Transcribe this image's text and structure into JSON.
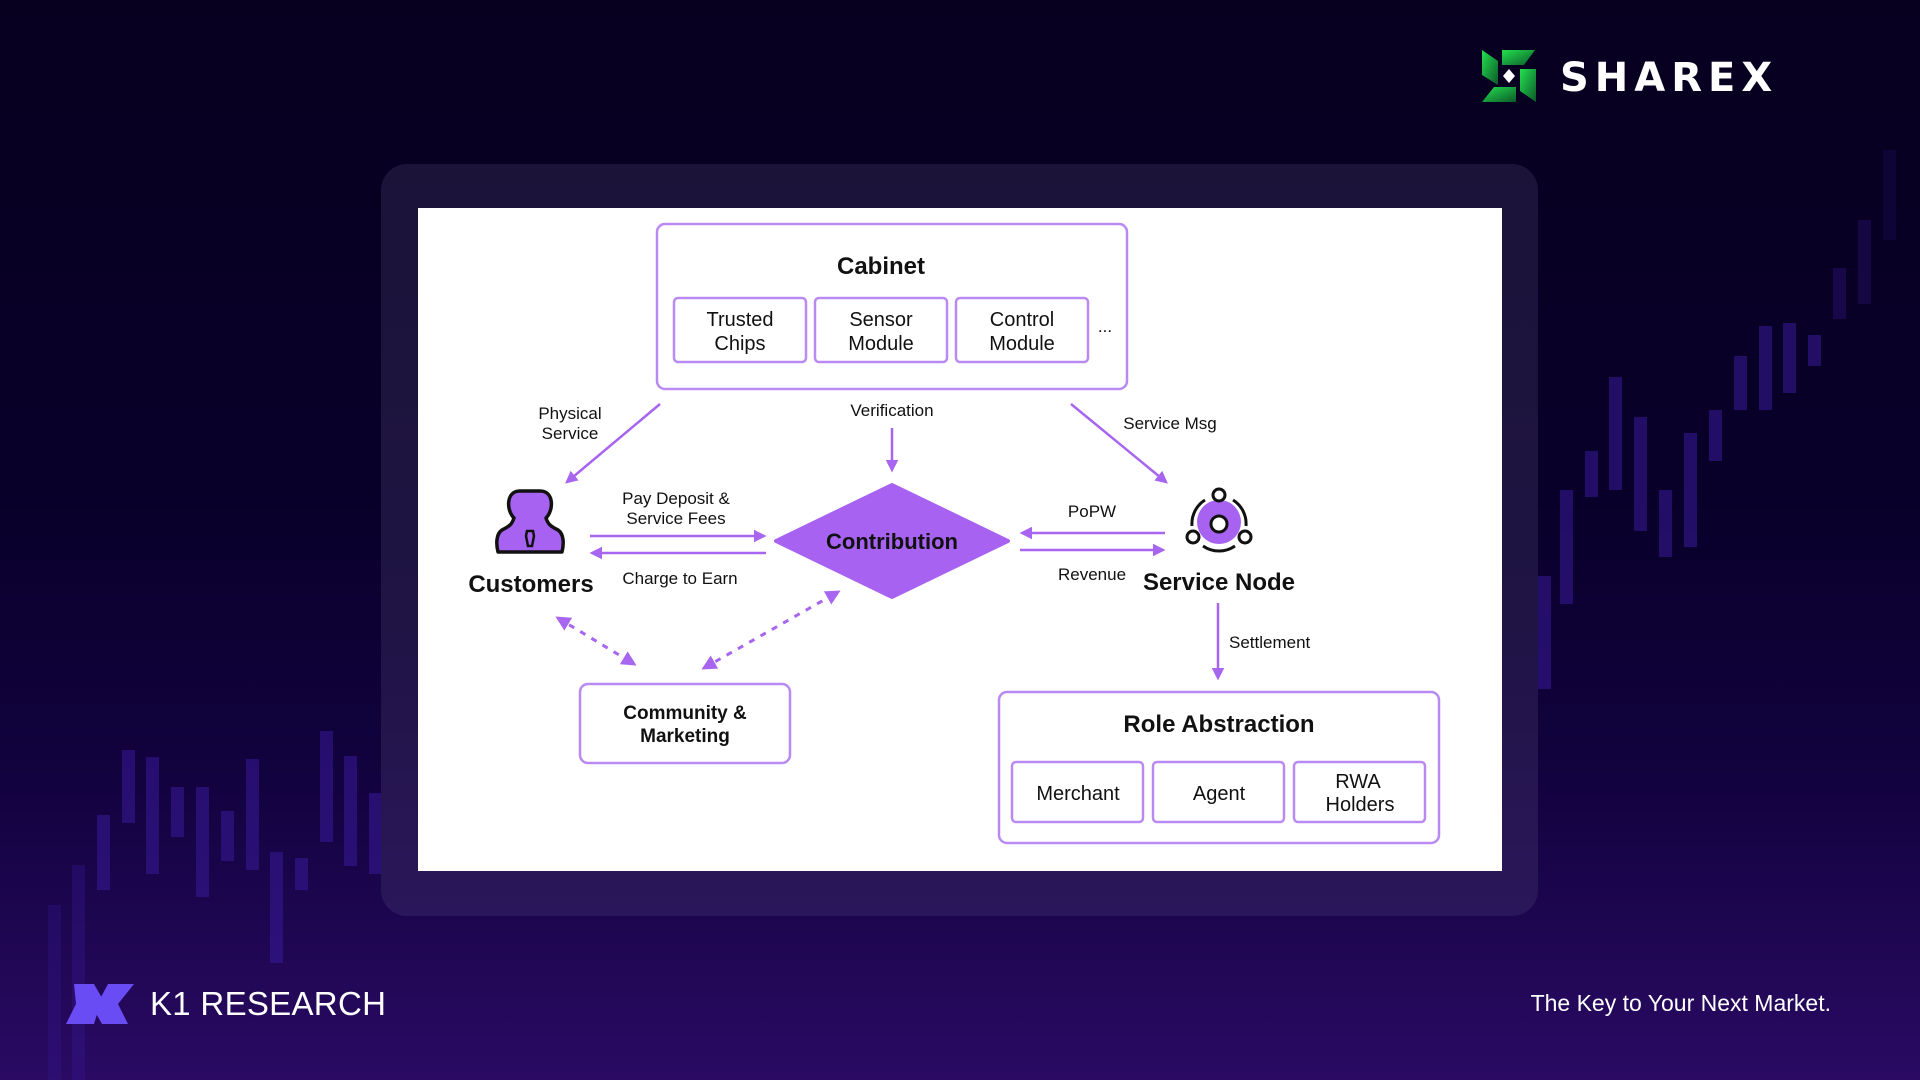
{
  "brand": {
    "top_right_logo": "SHAREX",
    "bottom_left_logo": "K1 RESEARCH",
    "tagline": "The Key to Your Next Market."
  },
  "colors": {
    "accent_purple": "#a765f0",
    "box_border": "#b98af2",
    "diamond_fill": "#a862f1",
    "sharex_green": "#1fd14a",
    "k1_purple": "#6a4cf5",
    "background_top": "#07001f",
    "background_bottom": "#2a0a63"
  },
  "diagram": {
    "cabinet": {
      "title": "Cabinet",
      "items": [
        {
          "line1": "Trusted",
          "line2": "Chips"
        },
        {
          "line1": "Sensor",
          "line2": "Module"
        },
        {
          "line1": "Control",
          "line2": "Module"
        }
      ],
      "more": "..."
    },
    "edges": {
      "physical_service": {
        "line1": "Physical",
        "line2": "Service"
      },
      "verification": "Verification",
      "service_msg": "Service Msg",
      "pay_deposit": {
        "line1": "Pay Deposit &",
        "line2": "Service Fees"
      },
      "charge_to_earn": "Charge to Earn",
      "popw": "PoPW",
      "revenue": "Revenue",
      "settlement": "Settlement"
    },
    "contribution": "Contribution",
    "customers": {
      "label": "Customers",
      "icon": "person-icon"
    },
    "service_node": {
      "label": "Service Node",
      "icon": "network-node-icon"
    },
    "community": {
      "line1": "Community &",
      "line2": "Marketing"
    },
    "role_abstraction": {
      "title": "Role Abstraction",
      "items": [
        {
          "line1": "Merchant",
          "line2": ""
        },
        {
          "line1": "Agent",
          "line2": ""
        },
        {
          "line1": "RWA",
          "line2": "Holders"
        }
      ]
    }
  }
}
